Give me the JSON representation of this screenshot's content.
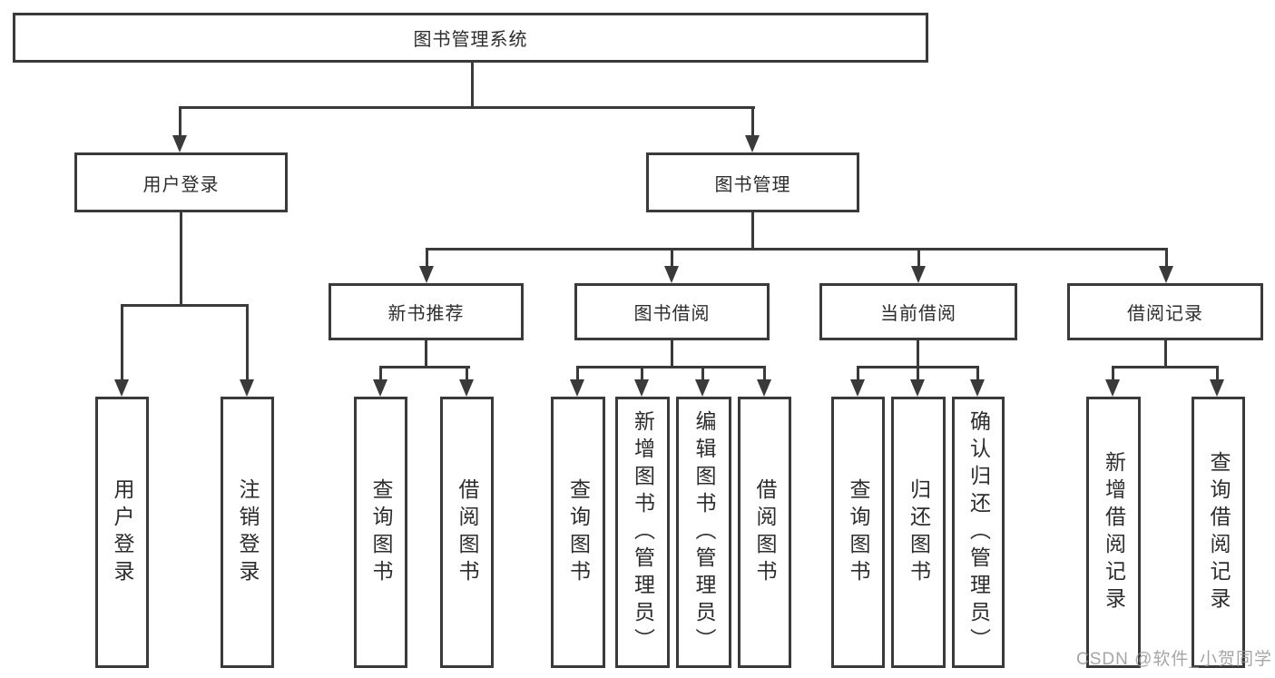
{
  "diagram": {
    "title": "图书管理系统",
    "root": {
      "label": "图书管理系统"
    },
    "user_login": {
      "label": "用户登录",
      "children": [
        "用户登录",
        "注销登录"
      ]
    },
    "book_mgmt": {
      "label": "图书管理"
    },
    "new_book_rec": {
      "label": "新书推荐",
      "children": [
        "查询图书",
        "借阅图书"
      ]
    },
    "book_borrow": {
      "label": "图书借阅",
      "children": [
        "查询图书",
        "新增图书（管理员）",
        "编辑图书（管理员）",
        "借阅图书"
      ]
    },
    "current_borrow": {
      "label": "当前借阅",
      "children": [
        "查询图书",
        "归还图书",
        "确认归还（管理员）"
      ]
    },
    "borrow_records": {
      "label": "借阅记录",
      "children": [
        "新增借阅记录",
        "查询借阅记录"
      ]
    }
  },
  "watermark": "CSDN @软件_小贺同学",
  "colors": {
    "line": "#3a3a3a",
    "text": "#2d2d2d",
    "background": "#ffffff"
  }
}
